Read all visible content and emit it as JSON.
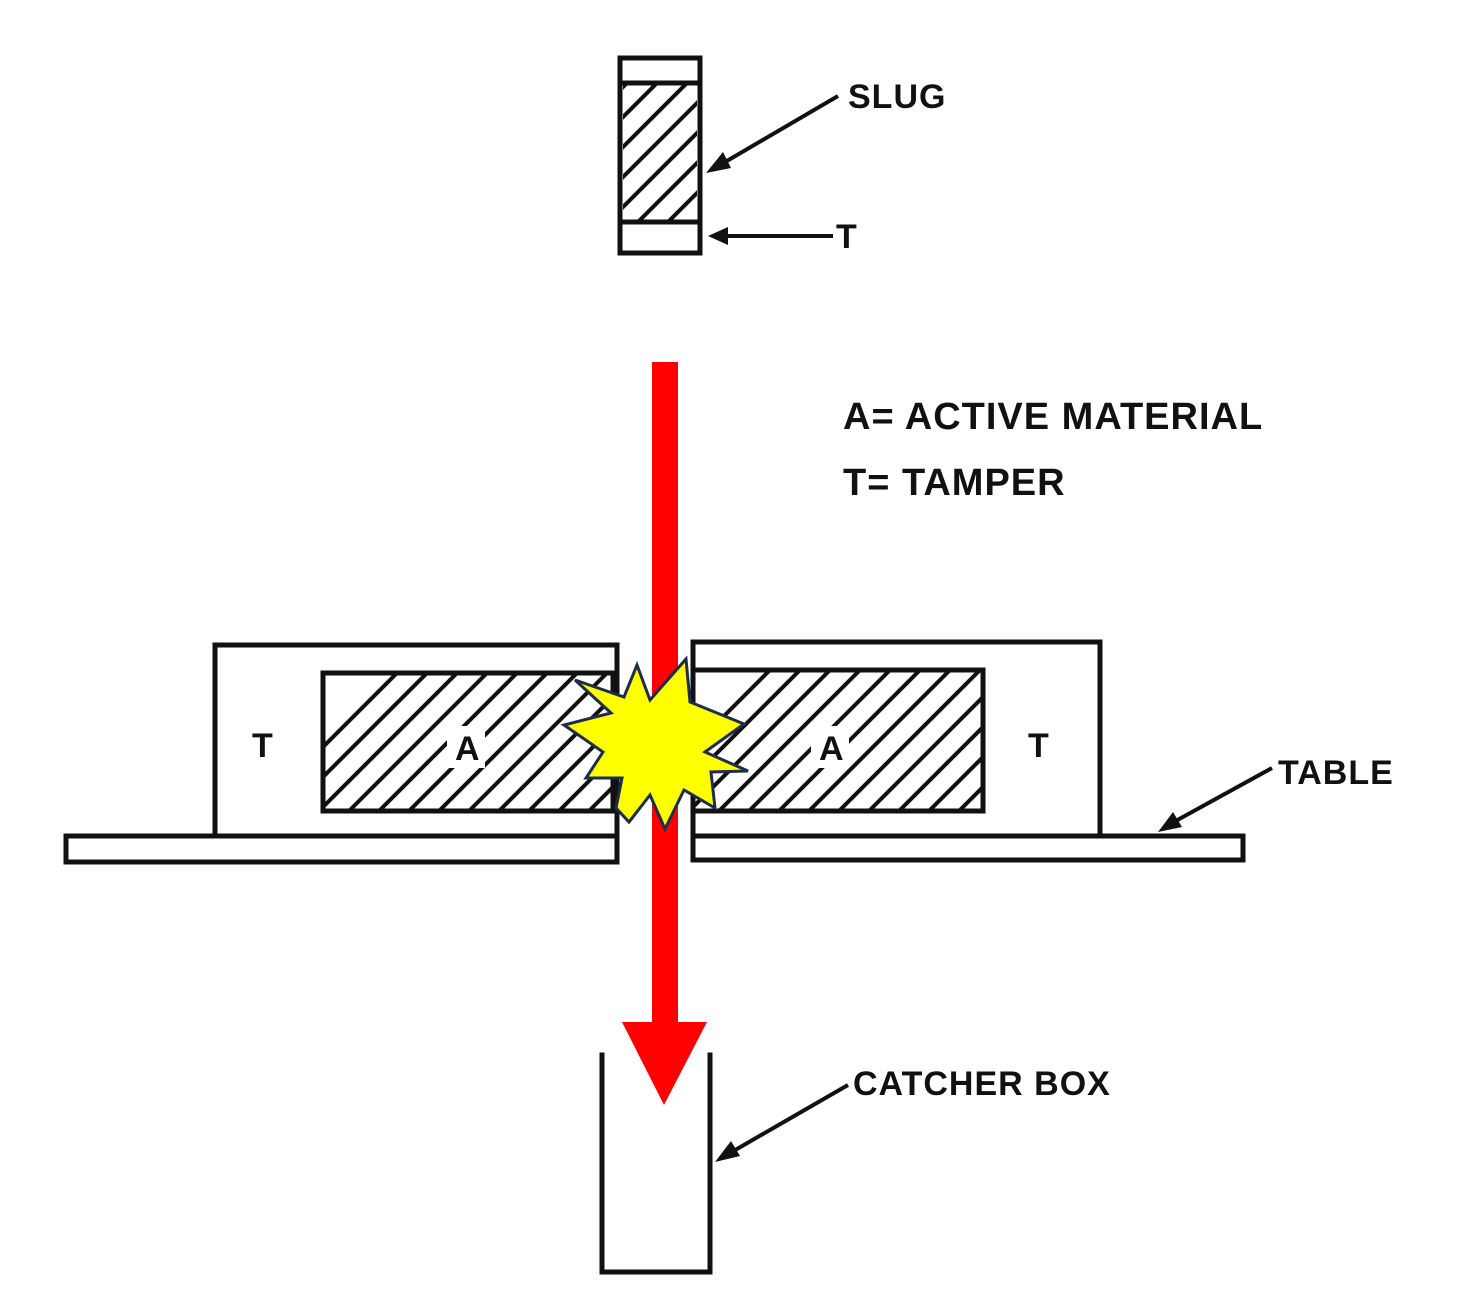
{
  "labels": {
    "slug": "SLUG",
    "tamper_marker_slug": "T",
    "legend_active": "A= ACTIVE  MATERIAL",
    "legend_tamper": "T= TAMPER",
    "tamper_left": "T",
    "active_left": "A",
    "active_right": "A",
    "tamper_right": "T",
    "table": "TABLE",
    "catcher_box": "CATCHER BOX"
  },
  "colors": {
    "line": "#111111",
    "arrow": "#ff0000",
    "burst_fill": "#ffff00",
    "burst_stroke": "#1f2d4d"
  },
  "icons": {
    "impact": "explosion-burst-icon",
    "direction": "down-arrow-icon"
  }
}
